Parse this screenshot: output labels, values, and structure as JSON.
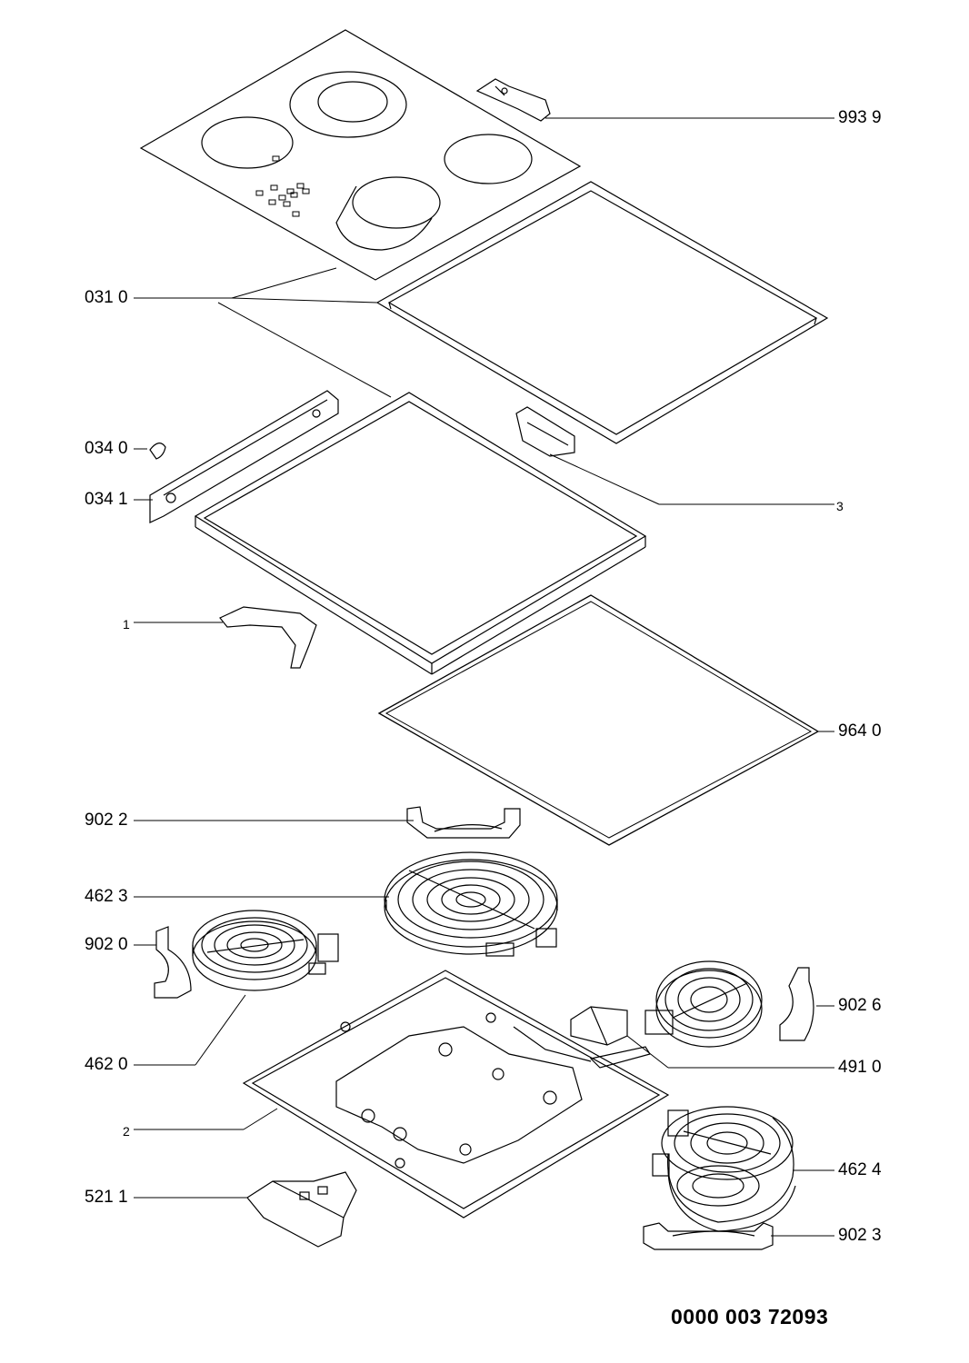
{
  "labels": {
    "p9939": "993 9",
    "p0310": "031 0",
    "p0340": "034 0",
    "p0341": "034 1",
    "p3": "3",
    "p1": "1",
    "p9640": "964 0",
    "p9022": "902 2",
    "p4623": "462 3",
    "p9020": "902 0",
    "p9026": "902 6",
    "p4620": "462 0",
    "p4910": "491 0",
    "p2": "2",
    "p4624": "462 4",
    "p5211": "521 1",
    "p9023": "902 3"
  },
  "drawing_code": "0000 003 72093",
  "colors": {
    "line": "#000000",
    "background": "#ffffff"
  }
}
